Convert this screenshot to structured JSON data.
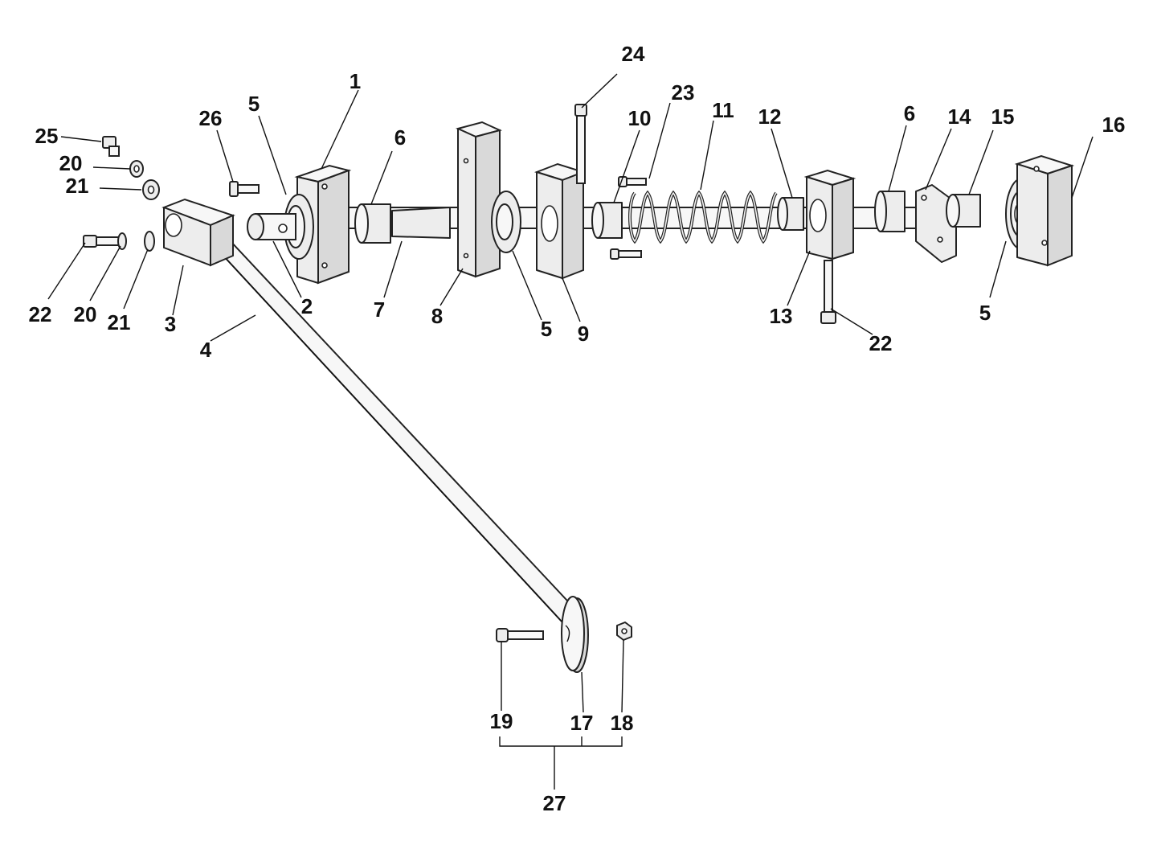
{
  "callouts": [
    {
      "id": "c1",
      "text": "1"
    },
    {
      "id": "c2",
      "text": "2"
    },
    {
      "id": "c3",
      "text": "3"
    },
    {
      "id": "c4",
      "text": "4"
    },
    {
      "id": "c5a",
      "text": "5"
    },
    {
      "id": "c5b",
      "text": "5"
    },
    {
      "id": "c5c",
      "text": "5"
    },
    {
      "id": "c6a",
      "text": "6"
    },
    {
      "id": "c6b",
      "text": "6"
    },
    {
      "id": "c7",
      "text": "7"
    },
    {
      "id": "c8",
      "text": "8"
    },
    {
      "id": "c9",
      "text": "9"
    },
    {
      "id": "c10",
      "text": "10"
    },
    {
      "id": "c11",
      "text": "11"
    },
    {
      "id": "c12",
      "text": "12"
    },
    {
      "id": "c13",
      "text": "13"
    },
    {
      "id": "c14",
      "text": "14"
    },
    {
      "id": "c15",
      "text": "15"
    },
    {
      "id": "c16",
      "text": "16"
    },
    {
      "id": "c17",
      "text": "17"
    },
    {
      "id": "c18",
      "text": "18"
    },
    {
      "id": "c19",
      "text": "19"
    },
    {
      "id": "c20a",
      "text": "20"
    },
    {
      "id": "c20b",
      "text": "20"
    },
    {
      "id": "c21a",
      "text": "21"
    },
    {
      "id": "c21b",
      "text": "21"
    },
    {
      "id": "c22a",
      "text": "22"
    },
    {
      "id": "c22b",
      "text": "22"
    },
    {
      "id": "c23",
      "text": "23"
    },
    {
      "id": "c24",
      "text": "24"
    },
    {
      "id": "c25",
      "text": "25"
    },
    {
      "id": "c26",
      "text": "26"
    },
    {
      "id": "c27",
      "text": "27"
    }
  ]
}
